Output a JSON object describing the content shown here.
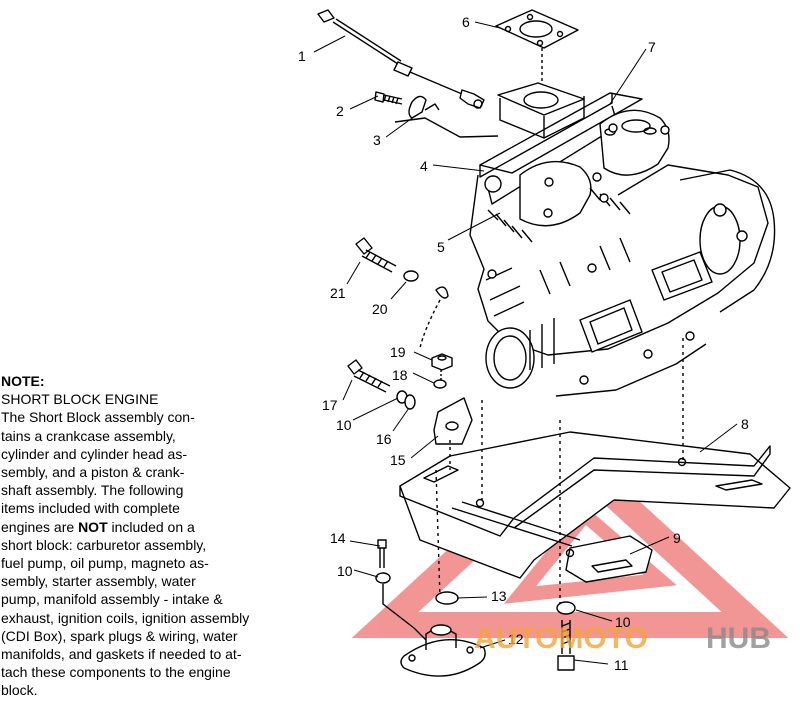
{
  "note": {
    "heading": "NOTE:",
    "subheading": "SHORT BLOCK ENGINE",
    "body_lines": [
      "The Short Block assembly con-",
      "tains a crankcase assembly,",
      "cylinder and cylinder head as-",
      "sembly, and a piston & crank-",
      "shaft assembly.  The following",
      "items included with complete"
    ],
    "line_not_before": "engines are ",
    "line_not_bold": "NOT",
    "line_not_after": " included on a",
    "body_lines_2": [
      "short block:  carburetor assembly,",
      "fuel pump, oil pump, magneto as-",
      "sembly, starter assembly, water",
      "pump, manifold assembly - intake &",
      "exhaust, ignition coils, ignition assembly",
      "(CDI Box), spark plugs & wiring, water",
      "manifolds, and gaskets if needed to at-",
      "tach these components to the engine",
      "block."
    ]
  },
  "callouts": {
    "c1": "1",
    "c2": "2",
    "c3": "3",
    "c4": "4",
    "c5": "5",
    "c6": "6",
    "c7": "7",
    "c8": "8",
    "c9": "9",
    "c10a": "10",
    "c10b": "10",
    "c10c": "10",
    "c11": "11",
    "c12": "12",
    "c13": "13",
    "c14": "14",
    "c15": "15",
    "c16": "16",
    "c17": "17",
    "c18": "18",
    "c19": "19",
    "c20": "20",
    "c21": "21"
  },
  "watermark": {
    "part1": "AUTOMOTO",
    "part2": "HUB",
    "colors": {
      "red": "#e8403f",
      "orange": "#f2a43a",
      "gray": "#8a8a8a"
    }
  }
}
